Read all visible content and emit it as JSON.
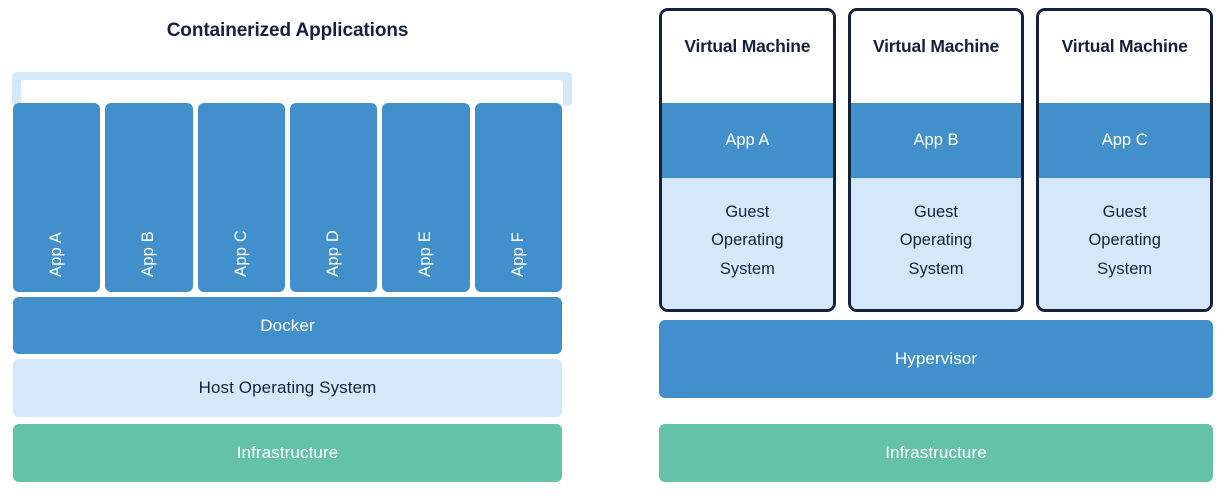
{
  "left": {
    "title": "Containerized Applications",
    "apps": [
      {
        "label": "App A"
      },
      {
        "label": "App B"
      },
      {
        "label": "App C"
      },
      {
        "label": "App D"
      },
      {
        "label": "App E"
      },
      {
        "label": "App F"
      }
    ],
    "docker_label": "Docker",
    "host_os_label": "Host Operating System",
    "infrastructure_label": "Infrastructure"
  },
  "right": {
    "vms": [
      {
        "title": "Virtual Machine",
        "app": "App A",
        "guest_os": "Guest Operating System"
      },
      {
        "title": "Virtual Machine",
        "app": "App B",
        "guest_os": "Guest Operating System"
      },
      {
        "title": "Virtual Machine",
        "app": "App C",
        "guest_os": "Guest Operating System"
      }
    ],
    "hypervisor_label": "Hypervisor",
    "infrastructure_label": "Infrastructure"
  },
  "colors": {
    "blue": "#4290cb",
    "light_blue": "#d4e8f9",
    "green": "#64c2a6",
    "navy": "#13213d",
    "white": "#ffffff"
  }
}
